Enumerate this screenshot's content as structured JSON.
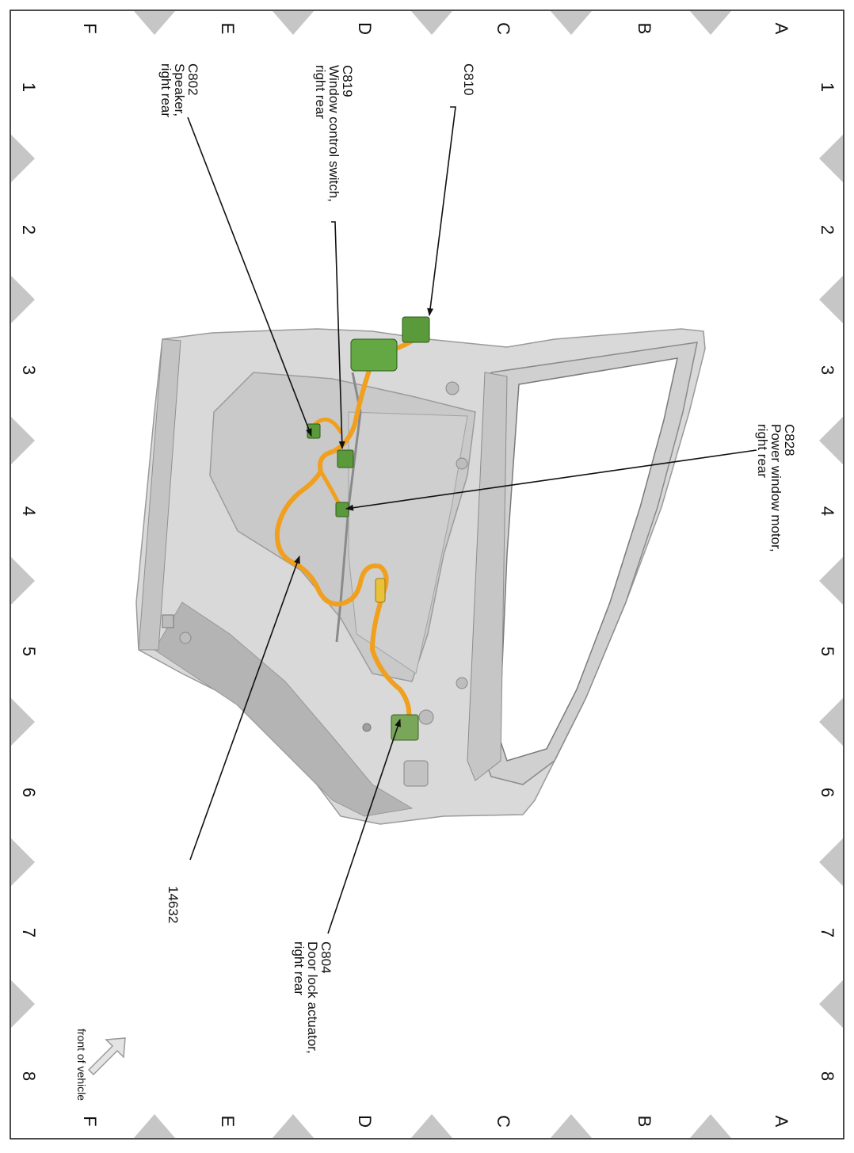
{
  "grid": {
    "letters": [
      "A",
      "B",
      "C",
      "D",
      "E",
      "F"
    ],
    "numbers": [
      "1",
      "2",
      "3",
      "4",
      "5",
      "6",
      "7",
      "8"
    ]
  },
  "callouts": {
    "c810": {
      "lines": [
        "C810"
      ]
    },
    "c819": {
      "lines": [
        "C819",
        "Window control switch,",
        "right rear"
      ]
    },
    "c802": {
      "lines": [
        "C802",
        "Speaker,",
        "right rear"
      ]
    },
    "c828": {
      "lines": [
        "C828",
        "Power window motor,",
        "right rear"
      ]
    },
    "harness": {
      "lines": [
        "14632"
      ]
    },
    "c804": {
      "lines": [
        "C804",
        "Door lock actuator,",
        "right rear"
      ]
    }
  },
  "orientation": {
    "label": "front of vehicle"
  },
  "colors": {
    "panel": "#d3d3d3",
    "panel_dark": "#a9a9a9",
    "harness": "#f0a01e",
    "connector": "#5b9a3a",
    "marker": "#c6c6c6"
  }
}
